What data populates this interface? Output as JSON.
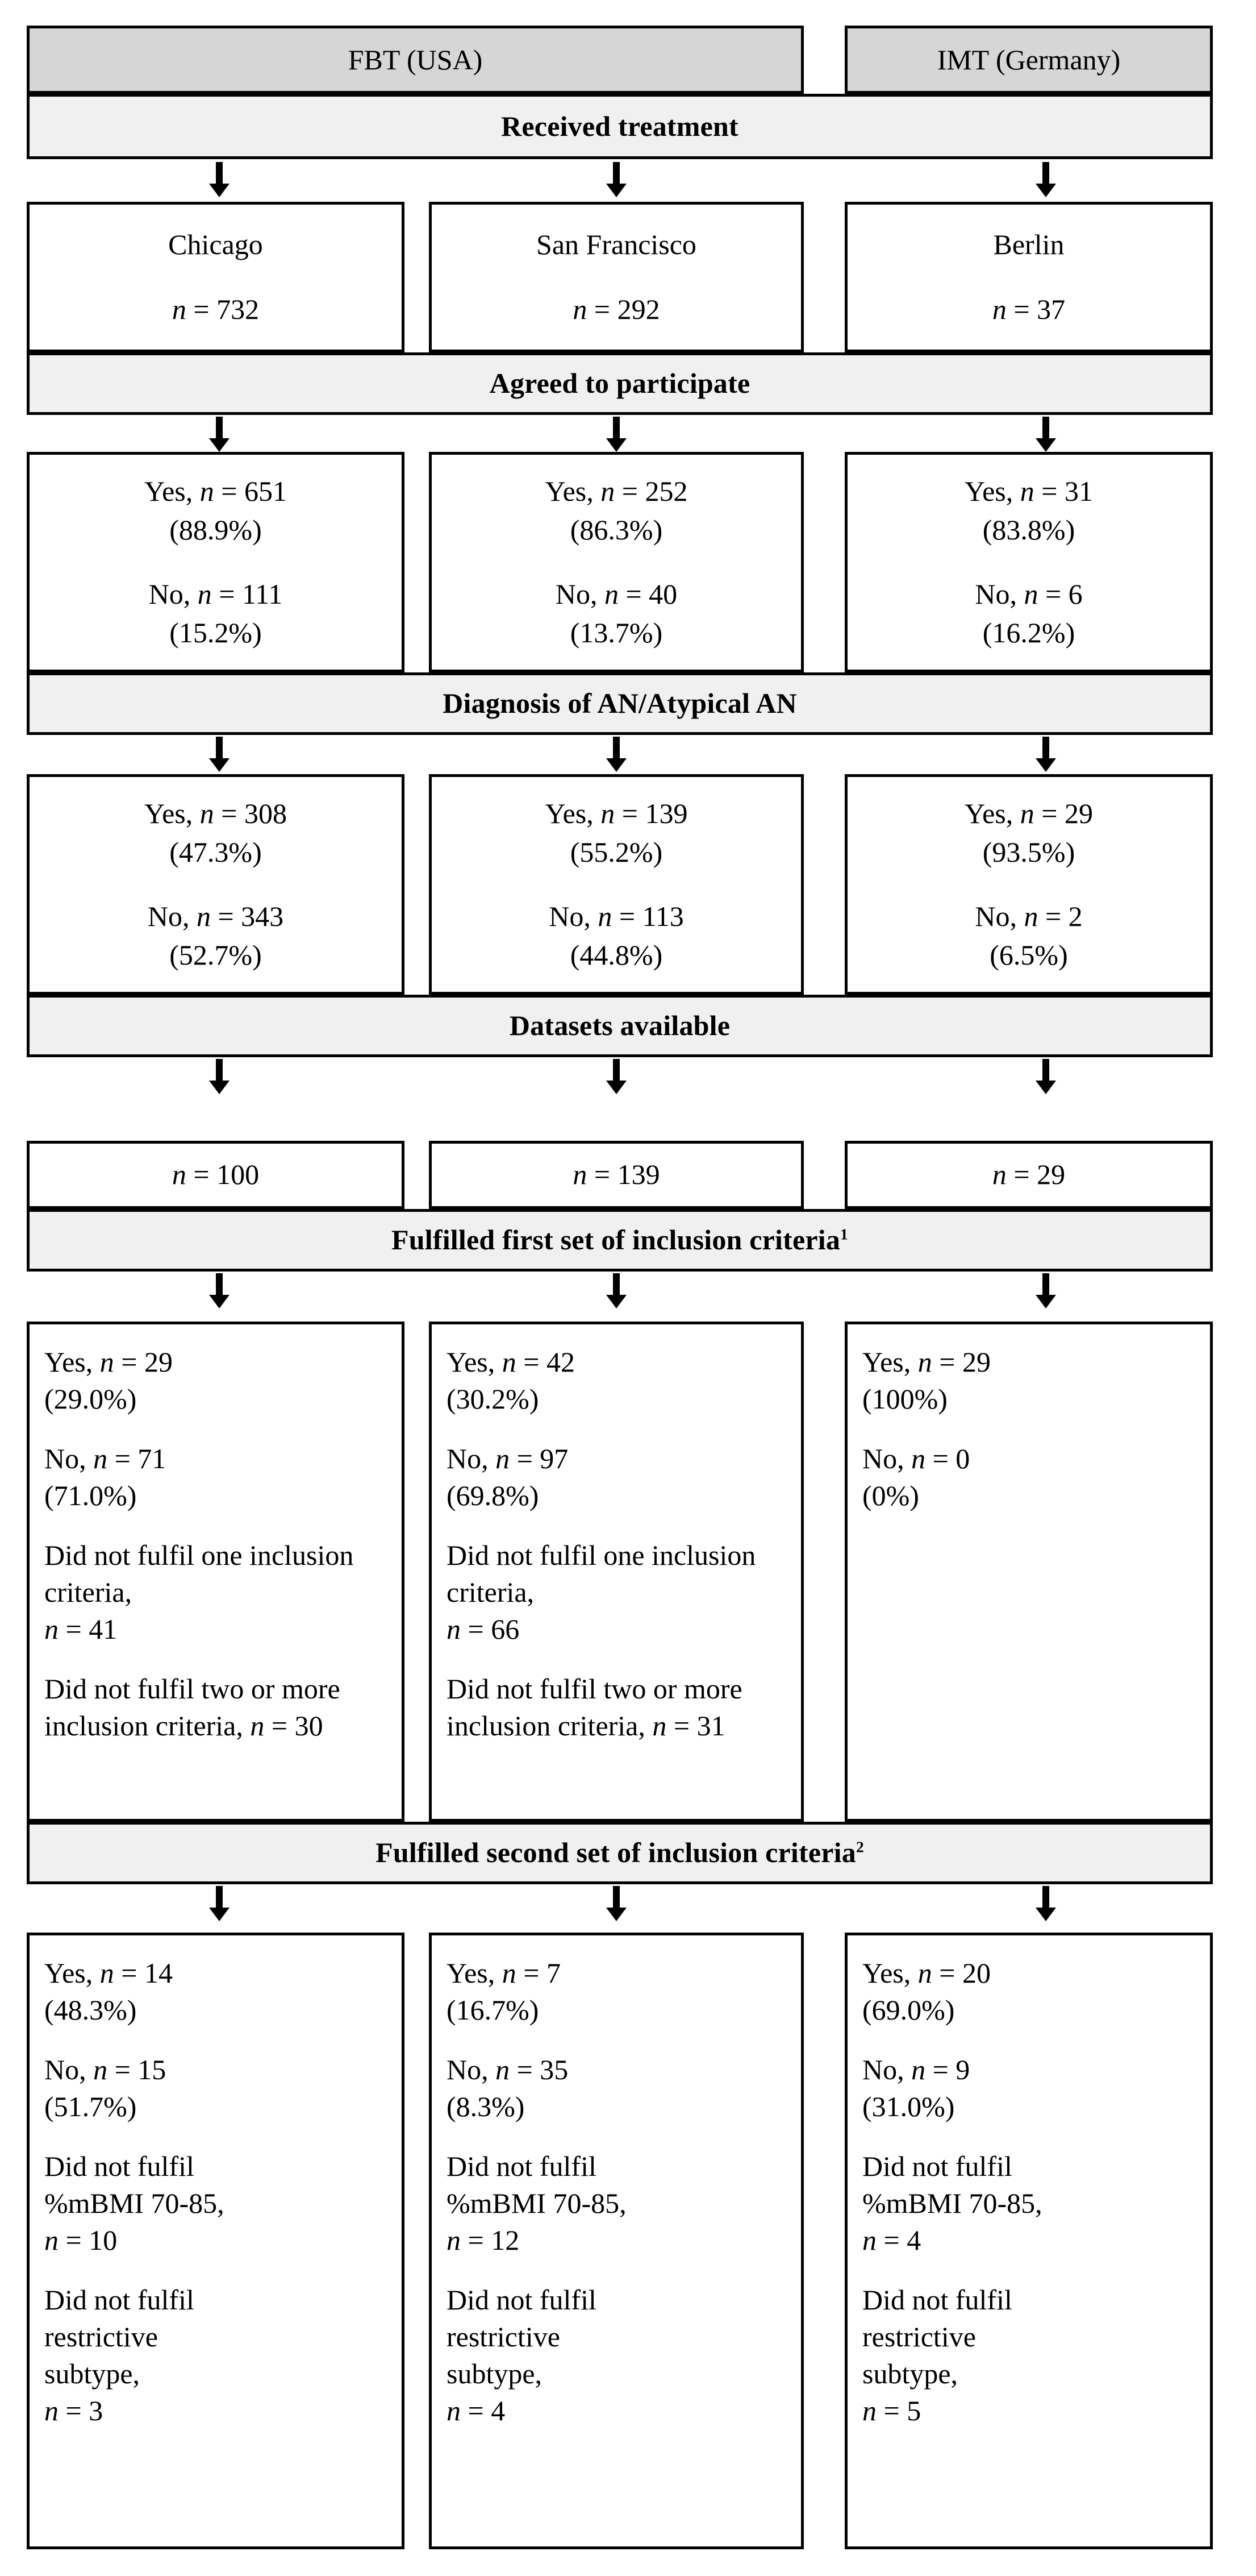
{
  "diagram": {
    "title_hidden": "",
    "headers": [
      {
        "label": "FBT (USA)"
      },
      {
        "label": "IMT (Germany)"
      }
    ],
    "bands": [
      {
        "label": "Received treatment"
      },
      {
        "label": "Agreed to participate"
      },
      {
        "label": "Diagnosis of AN/Atypical AN"
      },
      {
        "label": "Datasets available"
      },
      {
        "label": "Fulfilled first set of inclusion criteria",
        "footnote": "1"
      },
      {
        "label": "Fulfilled second set of inclusion criteria",
        "footnote": "2"
      }
    ],
    "row_sites": {
      "chicago": {
        "name": "Chicago",
        "n_label": "n = 732"
      },
      "sanfrancisco": {
        "name": "San Francisco",
        "n_label": "n = 292"
      },
      "berlin": {
        "name": "Berlin",
        "n_label": "n = 37"
      }
    },
    "row_agreed": {
      "chicago": {
        "yes": "Yes, n = 651",
        "yes_pct": "(88.9%)",
        "no": "No, n = 111",
        "no_pct": "(15.2%)"
      },
      "sanfrancisco": {
        "yes": "Yes, n = 252",
        "yes_pct": "(86.3%)",
        "no": "No, n = 40",
        "no_pct": "(13.7%)"
      },
      "berlin": {
        "yes": "Yes, n = 31",
        "yes_pct": "(83.8%)",
        "no": "No, n = 6",
        "no_pct": "(16.2%)"
      }
    },
    "row_diagnosis": {
      "chicago": {
        "yes": "Yes, n = 308",
        "yes_pct": "(47.3%)",
        "no": "No, n = 343",
        "no_pct": "(52.7%)"
      },
      "sanfrancisco": {
        "yes": "Yes, n = 139",
        "yes_pct": "(55.2%)",
        "no": "No, n = 113",
        "no_pct": "(44.8%)"
      },
      "berlin": {
        "yes": "Yes, n = 29",
        "yes_pct": "(93.5%)",
        "no": "No, n = 2",
        "no_pct": "(6.5%)"
      }
    },
    "row_datasets": {
      "chicago": {
        "n_label": "n = 100"
      },
      "sanfrancisco": {
        "n_label": "n = 139"
      },
      "berlin": {
        "n_label": "n = 29"
      }
    },
    "row_first_criteria": {
      "chicago": {
        "yes": "Yes, n = 29",
        "yes_pct": "(29.0%)",
        "no": "No, n = 71",
        "no_pct": "(71.0%)",
        "one": "Did not fulfil one inclusion criteria,",
        "one_n": "n = 41",
        "two": "Did not fulfil two or more inclusion criteria,",
        "two_n": "n = 30"
      },
      "sanfrancisco": {
        "yes": "Yes, n = 42",
        "yes_pct": "(30.2%)",
        "no": "No, n = 97",
        "no_pct": "(69.8%)",
        "one": "Did not fulfil one inclusion criteria,",
        "one_n": "n = 66",
        "two": "Did not fulfil two or more inclusion criteria,",
        "two_n": "n = 31"
      },
      "berlin": {
        "yes": "Yes, n = 29",
        "yes_pct": "(100%)",
        "no": "No, n = 0",
        "no_pct": "(0%)",
        "one": "",
        "one_n": "",
        "two": "",
        "two_n": ""
      }
    },
    "row_second_criteria": {
      "chicago": {
        "yes": "Yes, n = 14",
        "yes_pct": "(48.3%)",
        "no": "No, n = 15",
        "no_pct": "(51.7%)",
        "bmi": "Did not fulfil %mBMI 70-85,",
        "bmi_n": "n = 10",
        "subtype": "Did not fulfil restrictive subtype,",
        "subtype_n": "n = 3"
      },
      "sanfrancisco": {
        "yes": "Yes, n = 7",
        "yes_pct": "(16.7%)",
        "no": "No, n = 35",
        "no_pct": "(8.3%)",
        "bmi": "Did not fulfil %mBMI 70-85,",
        "bmi_n": "n = 12",
        "subtype": "Did not fulfil restrictive subtype,",
        "subtype_n": "n = 4"
      },
      "berlin": {
        "yes": "Yes, n = 20",
        "yes_pct": "(69.0%)",
        "no": "No, n = 9",
        "no_pct": "(31.0%)",
        "bmi": "Did not fulfil %mBMI 70-85,",
        "bmi_n": "n = 4",
        "subtype": "Did not fulfil restrictive subtype,",
        "subtype_n": "n = 5"
      }
    },
    "colors": {
      "border": "#000000",
      "band_fill": "#f0f0f0",
      "header_fill": "#d6d6d6",
      "box_fill": "#ffffff"
    }
  }
}
